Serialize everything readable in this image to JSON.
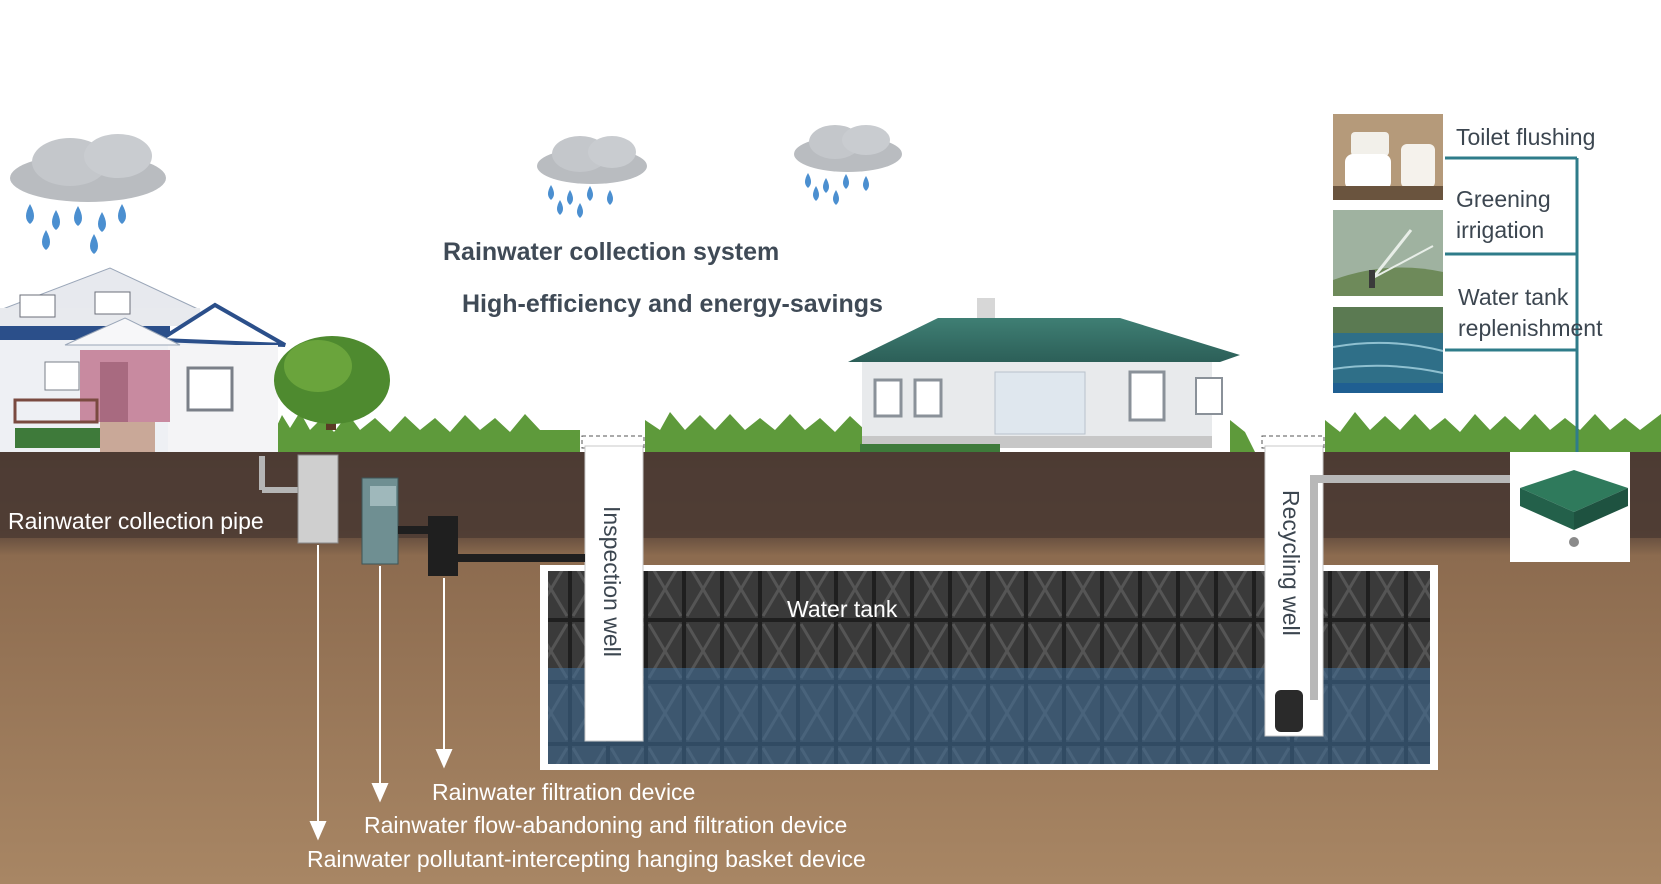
{
  "header": {
    "title": "Rainwater collection system",
    "subtitle": "High-efficiency and energy-savings"
  },
  "labels": {
    "collection_pipe": "Rainwater collection pipe",
    "inspection_well": "Inspection well",
    "recycling_well": "Recycling well",
    "water_tank": "Water tank",
    "filtration_device": "Rainwater filtration device",
    "flow_abandoning_device": "Rainwater flow-abandoning and filtration device",
    "basket_device": "Rainwater pollutant-intercepting hanging basket device"
  },
  "uses": [
    {
      "label": "Toilet flushing",
      "icon": "toilet-photo"
    },
    {
      "label": "Greening irrigation",
      "icon": "sprinkler-photo"
    },
    {
      "label": "Water tank replenishment",
      "icon": "pond-photo"
    }
  ],
  "colors": {
    "soil_top": "#4a3a33",
    "soil_bottom": "#a07d5c",
    "grass": "#5f9a3a",
    "tank_frame": "#2b2b2b",
    "water": "#3f6f9a",
    "pipe_teal": "#2f7c8a"
  }
}
